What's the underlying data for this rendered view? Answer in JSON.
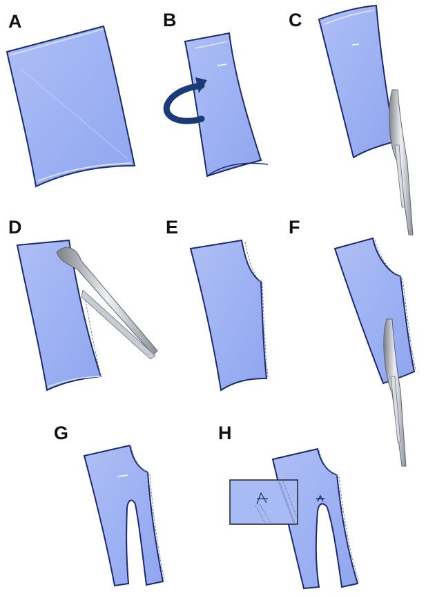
{
  "panels": [
    {
      "label": "A"
    },
    {
      "label": "B"
    },
    {
      "label": "C"
    },
    {
      "label": "D"
    },
    {
      "label": "E"
    },
    {
      "label": "F"
    },
    {
      "label": "G"
    },
    {
      "label": "H"
    }
  ],
  "colors": {
    "bag_fill": "#9fb4f4",
    "bag_outline": "#1b2a6b",
    "stitch": "#6b7bbf",
    "arrow": "#1a3b78",
    "scissors_steel": "#b9bcc2"
  },
  "icons": [
    "rotate-arrow-icon",
    "scissors-icon",
    "suture-knot-icon"
  ]
}
